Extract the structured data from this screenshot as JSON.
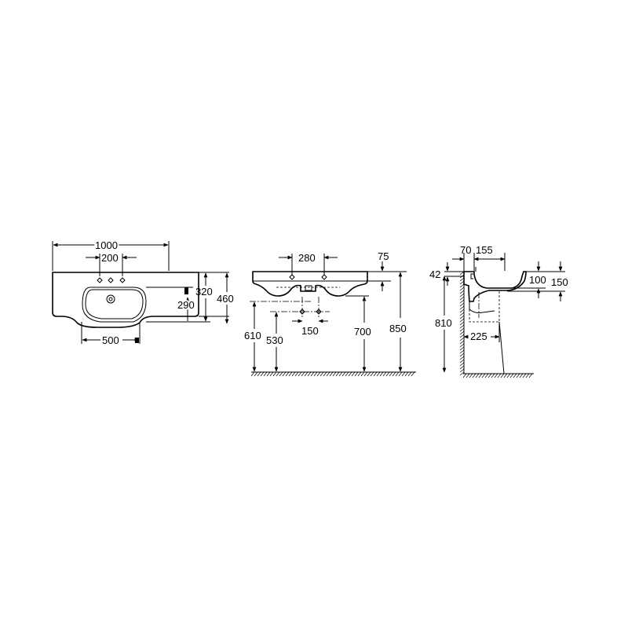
{
  "diagram": {
    "colors": {
      "line": "#000000",
      "background": "#ffffff"
    },
    "plan_view": {
      "dims": {
        "overall_width": "1000",
        "tap_spacing": "200",
        "basin_width": "500",
        "depth_to_waste": "290",
        "depth_to_taps": "320",
        "overall_depth": "460"
      }
    },
    "front_view": {
      "dims": {
        "tap_spacing": "280",
        "basin_height": "75",
        "waste_spacing": "150",
        "height_610": "610",
        "height_530": "530",
        "height_700": "700",
        "height_850": "850"
      }
    },
    "side_view": {
      "dims": {
        "wall_gap": "70",
        "tap_offset": "155",
        "rim_thickness": "42",
        "bowl_depth": "100",
        "overall_height": "150",
        "rim_height": "810",
        "trap_depth": "225"
      }
    }
  }
}
